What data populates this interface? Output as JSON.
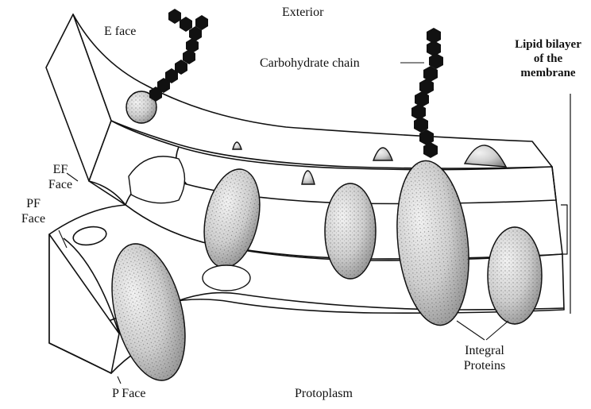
{
  "labels": {
    "exterior": "Exterior",
    "protoplasm": "Protoplasm",
    "e_face": "E face",
    "carbohydrate_chain": "Carbohydrate chain",
    "lipid_bilayer_1": "Lipid bilayer",
    "lipid_bilayer_2": "of the",
    "lipid_bilayer_3": "membrane",
    "ef_face_1": "EF",
    "ef_face_2": "Face",
    "pf_face_1": "PF",
    "pf_face_2": "Face",
    "p_face": "P Face",
    "integral_proteins_1": "Integral",
    "integral_proteins_2": "Proteins"
  },
  "colors": {
    "line": "#111111",
    "protein_fill": "#d9d9d9",
    "sugar": "#111111",
    "background": "#ffffff"
  }
}
